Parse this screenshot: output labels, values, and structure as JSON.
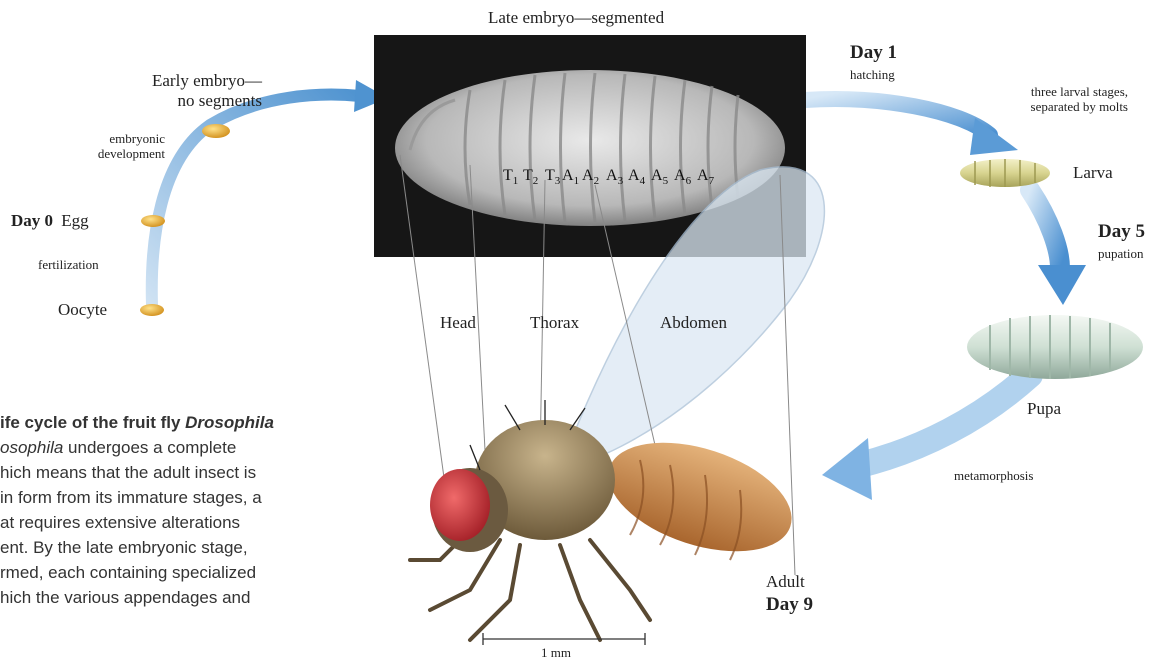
{
  "header": "Late embryo—segmented",
  "stages": {
    "oocyte": "Oocyte",
    "fertilization": "fertilization",
    "day0": "Day 0",
    "egg": "Egg",
    "embryonic_development_1": "embryonic",
    "embryonic_development_2": "development",
    "early_embryo_1": "Early embryo—",
    "early_embryo_2": "no segments",
    "day1": "Day 1",
    "hatching": "hatching",
    "larval_note_1": "three larval stages,",
    "larval_note_2": "separated by molts",
    "larva": "Larva",
    "day5": "Day 5",
    "pupation": "pupation",
    "pupa": "Pupa",
    "metamorphosis": "metamorphosis",
    "adult": "Adult",
    "day9": "Day 9"
  },
  "body_parts": {
    "head": "Head",
    "thorax": "Thorax",
    "abdomen": "Abdomen"
  },
  "segments": [
    {
      "letter": "T",
      "sub": "1"
    },
    {
      "letter": "T",
      "sub": "2"
    },
    {
      "letter": "T",
      "sub": "3"
    },
    {
      "letter": "A",
      "sub": "1"
    },
    {
      "letter": "A",
      "sub": "2"
    },
    {
      "letter": "A",
      "sub": "3"
    },
    {
      "letter": "A",
      "sub": "4"
    },
    {
      "letter": "A",
      "sub": "5"
    },
    {
      "letter": "A",
      "sub": "6"
    },
    {
      "letter": "A",
      "sub": "7"
    }
  ],
  "scale_bar": "1 mm",
  "caption": {
    "line1_title": "ife cycle of the fruit fly ",
    "line1_italic": "Drosophila",
    "line2_italic": "osophila",
    "line2_rest": " undergoes a complete",
    "line3": "hich means that the adult insect is",
    "line4": " in form from its immature stages, a",
    "line5": "at requires extensive alterations",
    "line6": "ent. By the late embryonic stage,",
    "line7": "rmed, each containing specialized",
    "line8": "hich the various appendages and"
  },
  "colors": {
    "arrow": "#6fa8dc",
    "egg": "#e0a52a",
    "fly_eye": "#c1272d",
    "abdomen": "#c98a4e",
    "sem_bg": "#1a1a1a"
  }
}
